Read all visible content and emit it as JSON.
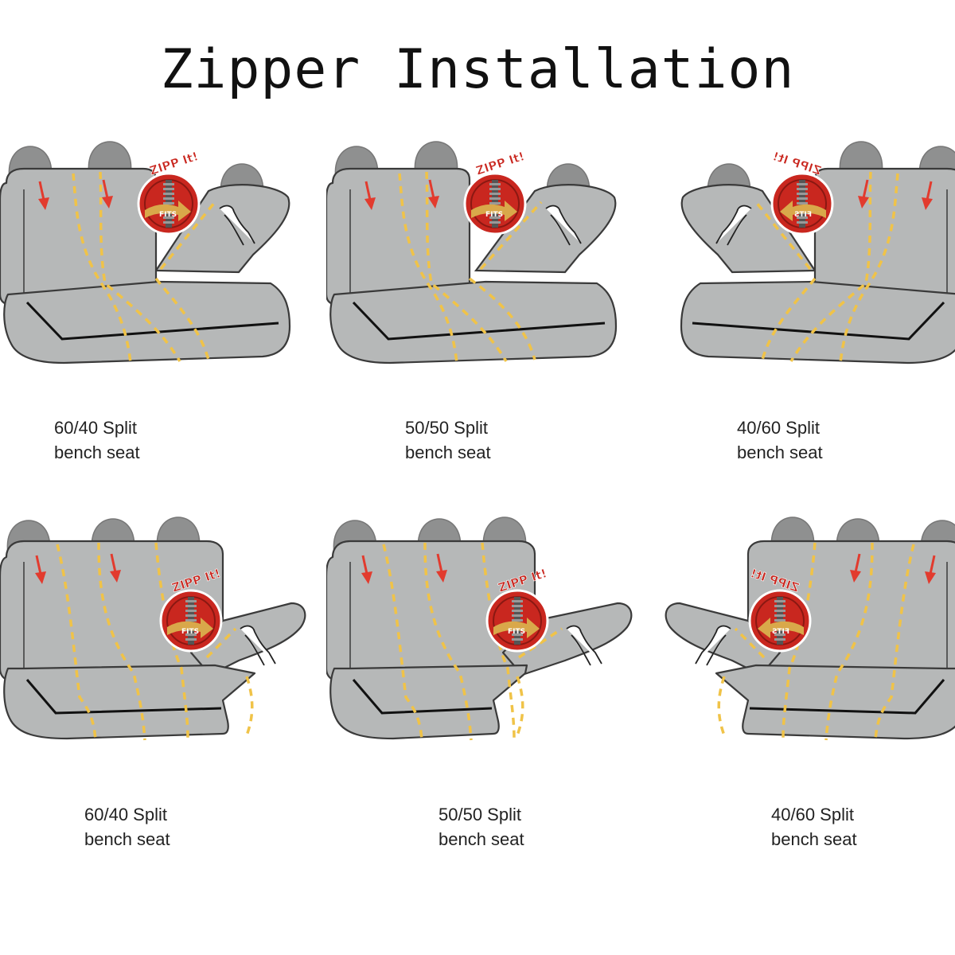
{
  "title": "Zipper Installation",
  "colors": {
    "seat_fill": "#b6b8b8",
    "seat_outline": "#3a3a3a",
    "headrest": "#8f9090",
    "zip_line": "#f0c348",
    "arrow": "#e23b2e",
    "badge_red": "#c9271f",
    "badge_gold": "#d9a84a"
  },
  "badge": {
    "logo_text": "ZIPP It!",
    "tag_text": "FITS"
  },
  "panels": [
    {
      "split": "60/40",
      "row": 1,
      "caption_line1": "60/40 Split",
      "caption_line2": "bench seat"
    },
    {
      "split": "50/50",
      "row": 1,
      "caption_line1": "50/50 Split",
      "caption_line2": "bench seat"
    },
    {
      "split": "40/60",
      "row": 1,
      "caption_line1": "40/60 Split",
      "caption_line2": "bench seat"
    },
    {
      "split": "60/40",
      "row": 2,
      "caption_line1": "60/40 Split",
      "caption_line2": "bench seat"
    },
    {
      "split": "50/50",
      "row": 2,
      "caption_line1": "50/50 Split",
      "caption_line2": "bench seat"
    },
    {
      "split": "40/60",
      "row": 2,
      "caption_line1": "40/60 Split",
      "caption_line2": "bench seat"
    }
  ]
}
